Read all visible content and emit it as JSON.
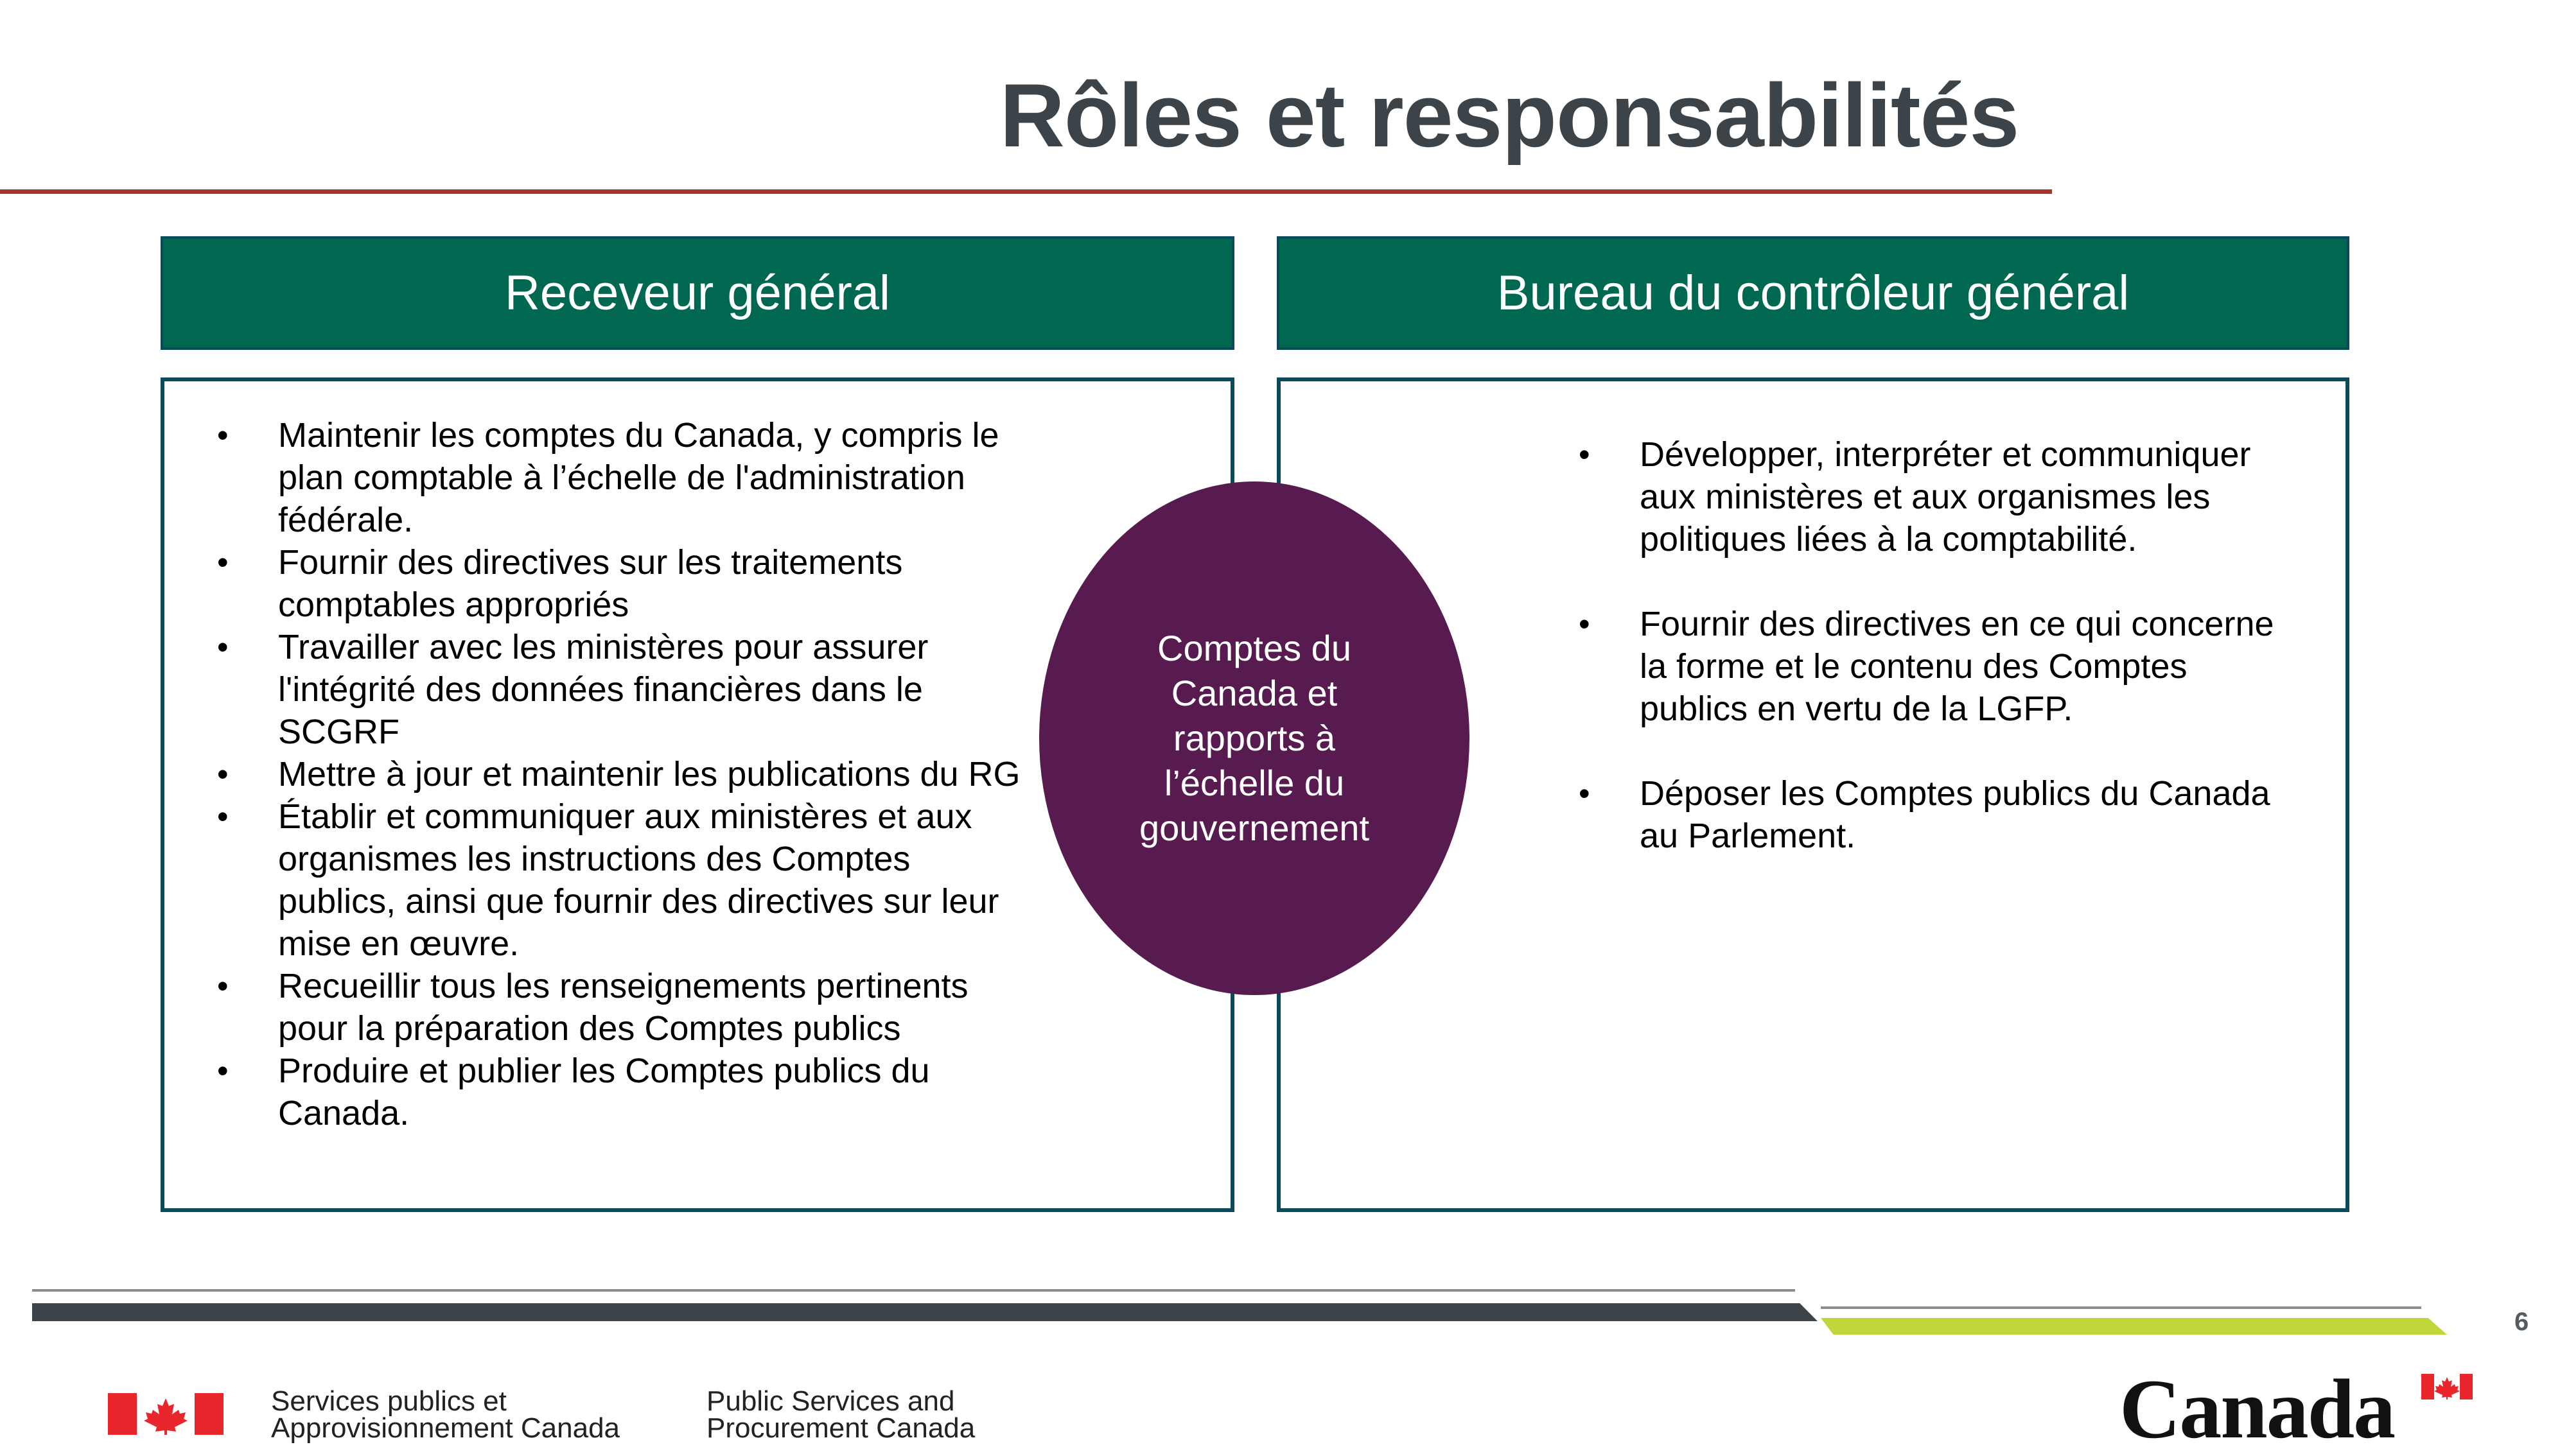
{
  "title": "Rôles et responsabilités",
  "columns": {
    "left": {
      "header": "Receveur général",
      "items": [
        "Maintenir les comptes du Canada, y compris le plan comptable à l’échelle de l'administration fédérale.",
        "Fournir des directives sur les traitements comptables appropriés",
        "Travailler avec les ministères pour assurer l'intégrité des données financières dans le SCGRF",
        "Mettre à jour et maintenir les publications du RG",
        "Établir et communiquer aux ministères et aux organismes les instructions des Comptes publics, ainsi que fournir des directives sur leur mise en œuvre.",
        "Recueillir tous les renseignements pertinents pour la préparation des Comptes publics",
        "Produire et publier les Comptes publics du Canada."
      ]
    },
    "right": {
      "header": "Bureau du contrôleur général",
      "items": [
        "Développer, interpréter et communiquer aux ministères et aux organismes les politiques liées à la comptabilité.",
        "Fournir des directives en ce qui concerne la forme et le contenu des Comptes publics en vertu de la LGFP.",
        "Déposer les Comptes publics du Canada au Parlement."
      ]
    }
  },
  "center_circle": "Comptes du Canada et rapports à l’échelle du gouvernement",
  "bullet_symbol": "•",
  "page_number": "6",
  "footer": {
    "signature_fr_line1": "Services publics et",
    "signature_fr_line2": "Approvisionnement Canada",
    "signature_en_line1": "Public Services and",
    "signature_en_line2": "Procurement Canada",
    "wordmark": "Canada"
  },
  "colors": {
    "title": "#3d4449",
    "title_rule": "#a3362d",
    "header_bg": "#006850",
    "box_border": "#0b4a5a",
    "circle": "#581b4f",
    "footer_dark_bar": "#3d4449",
    "footer_green_bar": "#c1d63a",
    "flag_red": "#e8262b"
  }
}
